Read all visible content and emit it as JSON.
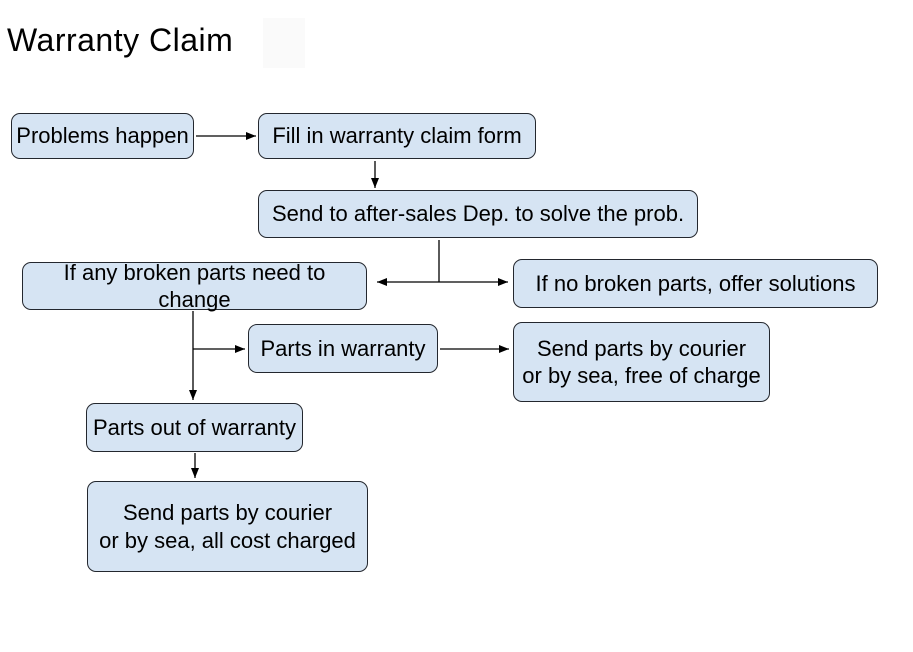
{
  "page": {
    "title": "Warranty Claim",
    "background": "#ffffff"
  },
  "colors": {
    "node_fill": "#d6e4f3",
    "node_border": "#23272e",
    "arrow": "#000000",
    "text": "#000000"
  },
  "nodes": [
    {
      "id": "problems-happen",
      "label": "Problems happen"
    },
    {
      "id": "fill-warranty-form",
      "label": "Fill in warranty claim form"
    },
    {
      "id": "send-after-sales",
      "label": "Send to after-sales Dep. to solve the prob."
    },
    {
      "id": "broken-parts-change",
      "label": "If any broken parts need to change"
    },
    {
      "id": "no-broken-parts",
      "label": "If no broken parts, offer solutions"
    },
    {
      "id": "parts-in-warranty",
      "label": "Parts in warranty"
    },
    {
      "id": "send-free",
      "label": "Send parts by courier\nor by sea, free of charge"
    },
    {
      "id": "parts-out-warranty",
      "label": "Parts out of warranty"
    },
    {
      "id": "send-charged",
      "label": "Send parts by courier\nor by sea, all cost charged"
    }
  ],
  "edges": [
    {
      "from": "problems-happen",
      "to": "fill-warranty-form"
    },
    {
      "from": "fill-warranty-form",
      "to": "send-after-sales"
    },
    {
      "from": "send-after-sales",
      "to": "broken-parts-change"
    },
    {
      "from": "send-after-sales",
      "to": "no-broken-parts"
    },
    {
      "from": "broken-parts-change",
      "to": "parts-in-warranty"
    },
    {
      "from": "broken-parts-change",
      "to": "parts-out-warranty"
    },
    {
      "from": "parts-in-warranty",
      "to": "send-free"
    },
    {
      "from": "parts-out-warranty",
      "to": "send-charged"
    }
  ]
}
